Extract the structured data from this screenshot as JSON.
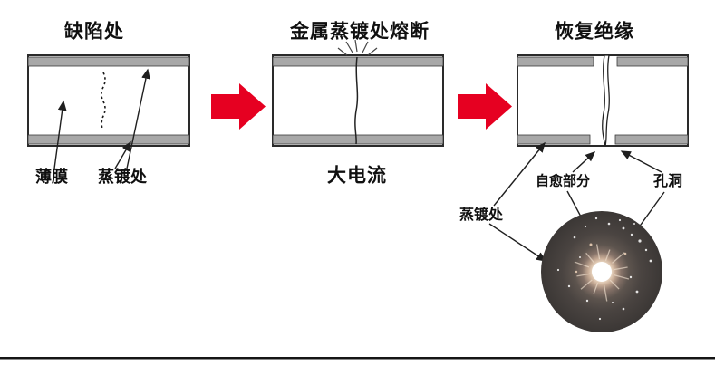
{
  "figure": {
    "panel_defect": {
      "title": "缺陷处",
      "label_film": "薄膜",
      "label_metallized": "蒸镀处"
    },
    "panel_fuse": {
      "title": "金属蒸镀处熔断",
      "label_current": "大电流"
    },
    "panel_restore": {
      "title": "恢复绝缘",
      "label_metallized": "蒸镀处",
      "label_self_healed": "自愈部分",
      "label_hole": "孔洞"
    },
    "colors": {
      "process_arrow_red": "#e60021",
      "metallized_gray": "#a8a8a8",
      "line_dark": "#1f1f1f"
    }
  }
}
